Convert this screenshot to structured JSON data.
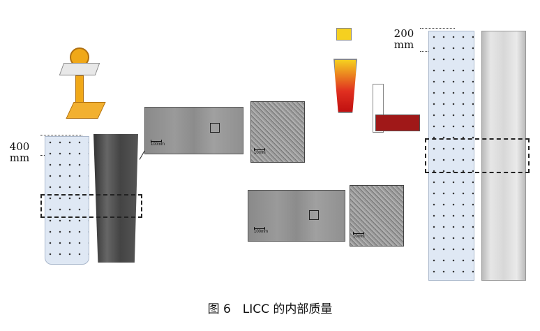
{
  "left_panel": {
    "height_label": "400",
    "height_unit": "mm",
    "macro_scale": "100mm",
    "micro_scale": "10mm"
  },
  "right_panel": {
    "height_label": "200",
    "height_unit": "mm",
    "macro_scale": "100mm",
    "micro_scale": "10mm"
  },
  "caption": {
    "figure_number": "图 6",
    "title": "LICC 的内部质量"
  }
}
